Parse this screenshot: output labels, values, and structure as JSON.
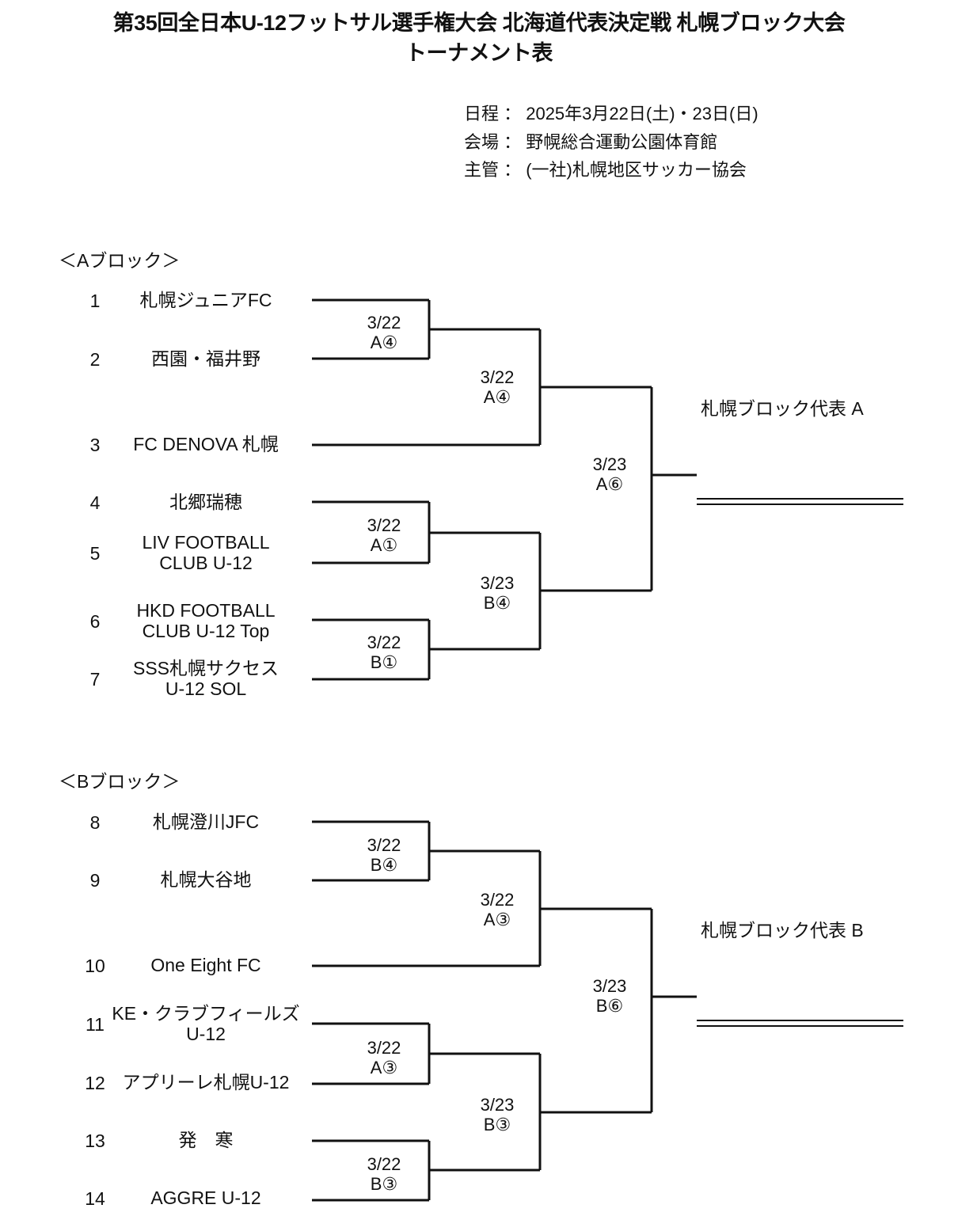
{
  "document": {
    "title_line1": "第35回全日本U-12フットサル選手権大会 北海道代表決定戦 札幌ブロック大会",
    "title_line2": "トーナメント表"
  },
  "info": {
    "schedule": "日程 ： 2025年3月22日(土)・23日(日)",
    "venue": "会場 ： 野幌総合運動公園体育館",
    "organizer": "主管 ： (一社)札幌地区サッカー協会"
  },
  "blocks": [
    {
      "label": "＜Aブロック＞",
      "winner_label": "札幌ブロック代表 A",
      "teams": [
        {
          "seed": "1",
          "name": "札幌ジュニアFC",
          "name2": ""
        },
        {
          "seed": "2",
          "name": "西園・福井野",
          "name2": ""
        },
        {
          "seed": "3",
          "name": "FC DENOVA 札幌",
          "name2": ""
        },
        {
          "seed": "4",
          "name": "北郷瑞穂",
          "name2": ""
        },
        {
          "seed": "5",
          "name": "LIV FOOTBALL",
          "name2": "CLUB U-12"
        },
        {
          "seed": "6",
          "name": "HKD FOOTBALL",
          "name2": "CLUB U-12  Top"
        },
        {
          "seed": "7",
          "name": "SSS札幌サクセス",
          "name2": "U-12 SOL"
        }
      ],
      "matches": [
        {
          "date": "3/22",
          "court": "A④"
        },
        {
          "date": "3/22",
          "court": "A④"
        },
        {
          "date": "3/22",
          "court": "A①"
        },
        {
          "date": "3/22",
          "court": "B①"
        },
        {
          "date": "3/23",
          "court": "B④"
        },
        {
          "date": "3/23",
          "court": "A⑥"
        }
      ]
    },
    {
      "label": "＜Bブロック＞",
      "winner_label": "札幌ブロック代表 B",
      "teams": [
        {
          "seed": "8",
          "name": "札幌澄川JFC",
          "name2": ""
        },
        {
          "seed": "9",
          "name": "札幌大谷地",
          "name2": ""
        },
        {
          "seed": "10",
          "name": "One Eight FC",
          "name2": ""
        },
        {
          "seed": "11",
          "name": "KE・クラブフィールズ",
          "name2": "U-12"
        },
        {
          "seed": "12",
          "name": "アプリーレ札幌U-12",
          "name2": ""
        },
        {
          "seed": "13",
          "name": "発　寒",
          "name2": ""
        },
        {
          "seed": "14",
          "name": "AGGRE U-12",
          "name2": ""
        }
      ],
      "matches": [
        {
          "date": "3/22",
          "court": "B④"
        },
        {
          "date": "3/22",
          "court": "A③"
        },
        {
          "date": "3/22",
          "court": "A③"
        },
        {
          "date": "3/22",
          "court": "B③"
        },
        {
          "date": "3/23",
          "court": "B③"
        },
        {
          "date": "3/23",
          "court": "B⑥"
        }
      ]
    }
  ],
  "colors": {
    "line": "#111111",
    "text": "#1a1a1a",
    "background": "#ffffff"
  }
}
